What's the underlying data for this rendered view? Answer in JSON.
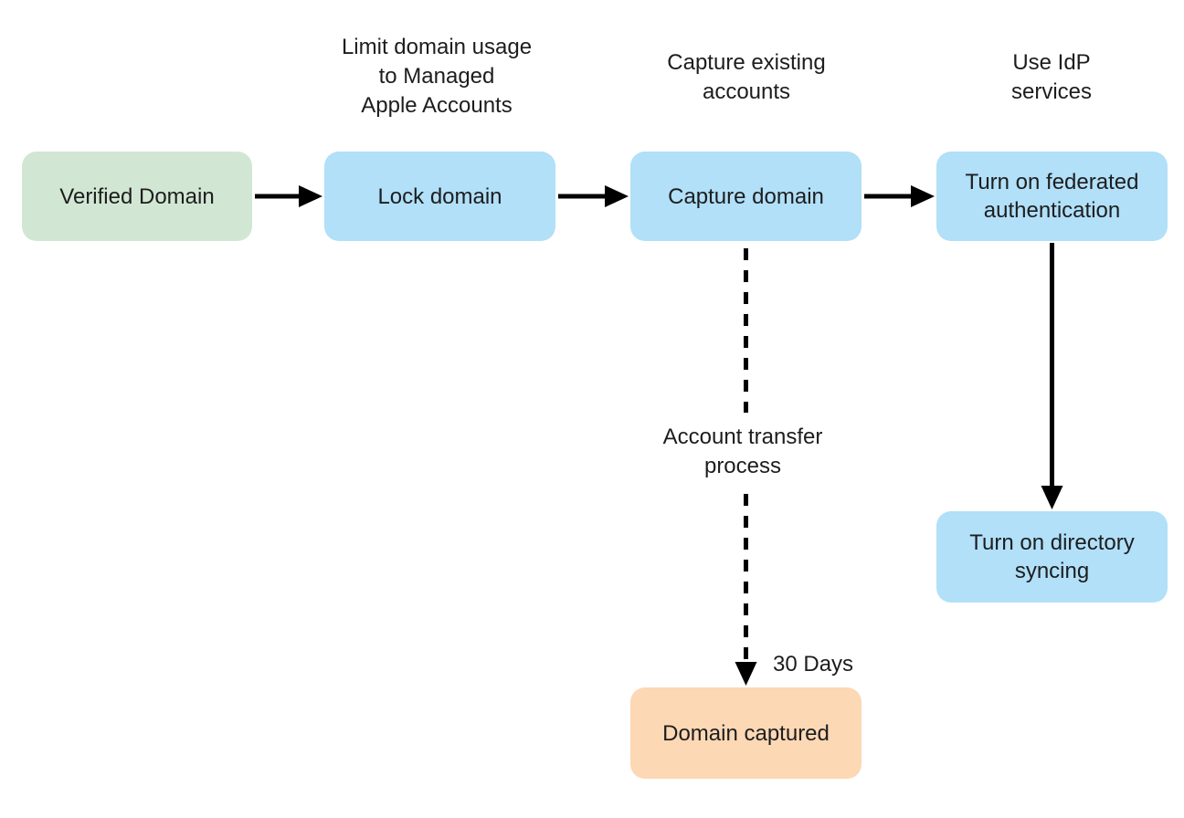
{
  "colors": {
    "box_green": "#d2e7d3",
    "box_blue": "#b1e0f8",
    "box_orange": "#fcd8b4",
    "text": "#1d1d1f",
    "arrow": "#000000",
    "background": "#ffffff"
  },
  "boxes": {
    "verified_domain": {
      "label": "Verified Domain",
      "color": "#d2e7d3"
    },
    "lock_domain": {
      "label": "Lock domain",
      "color": "#b1e0f8"
    },
    "capture_domain": {
      "label": "Capture domain",
      "color": "#b1e0f8"
    },
    "federated_auth": {
      "label": "Turn on federated authentication",
      "color": "#b1e0f8"
    },
    "directory_syncing": {
      "label": "Turn on directory syncing",
      "color": "#b1e0f8"
    },
    "domain_captured": {
      "label": "Domain captured",
      "color": "#fcd8b4"
    }
  },
  "annotations": {
    "limit_usage": {
      "lines": [
        "Limit domain usage",
        "to Managed",
        "Apple Accounts"
      ]
    },
    "capture_existing": {
      "lines": [
        "Capture existing",
        "accounts"
      ]
    },
    "idp_services": {
      "lines": [
        "Use IdP",
        "services"
      ]
    },
    "account_transfer": {
      "lines": [
        "Account transfer",
        "process"
      ]
    },
    "thirty_days": "30 Days"
  },
  "connectors": [
    {
      "from": "verified_domain",
      "to": "lock_domain",
      "style": "solid",
      "direction": "right"
    },
    {
      "from": "lock_domain",
      "to": "capture_domain",
      "style": "solid",
      "direction": "right"
    },
    {
      "from": "capture_domain",
      "to": "federated_auth",
      "style": "solid",
      "direction": "right"
    },
    {
      "from": "federated_auth",
      "to": "directory_syncing",
      "style": "solid",
      "direction": "down"
    },
    {
      "from": "capture_domain",
      "to": "domain_captured",
      "style": "dashed",
      "direction": "down",
      "label": "Account transfer process",
      "annotation": "30 Days"
    }
  ]
}
